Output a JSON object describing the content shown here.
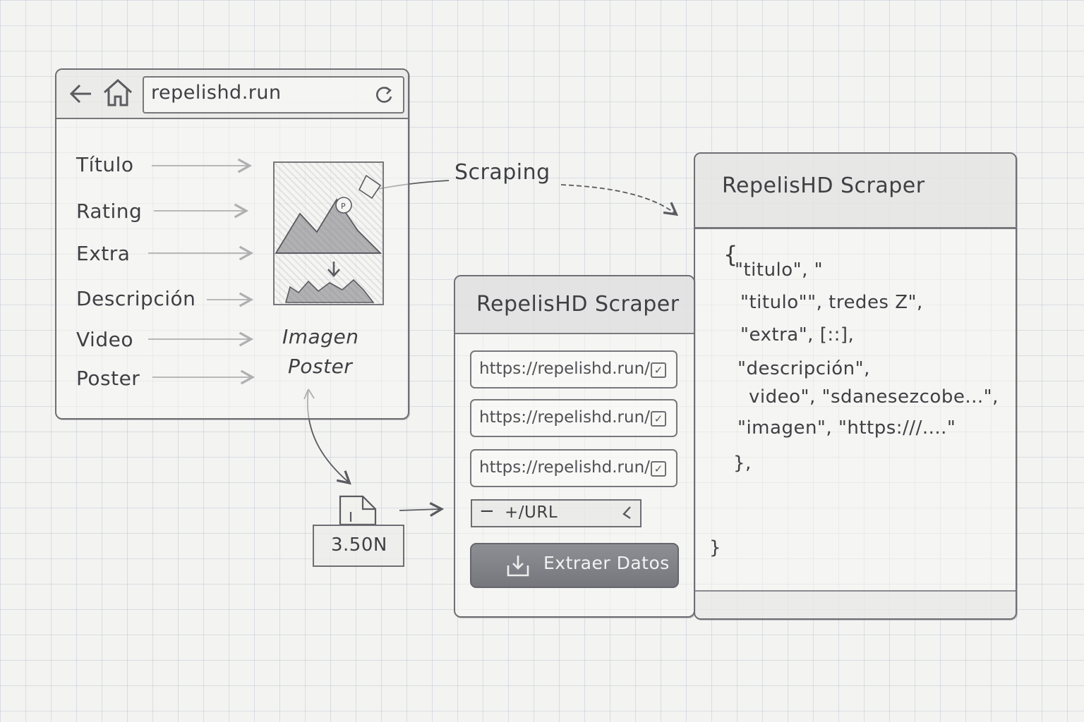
{
  "browser": {
    "url": "repelishd.run",
    "fields": [
      "Título",
      "Rating",
      "Extra",
      "Descripción",
      "Video",
      "Poster"
    ],
    "poster_caption": [
      "Imagen",
      "Poster"
    ]
  },
  "flow": {
    "scraping_label": "Scraping",
    "file_badge": "3.50N"
  },
  "scraper_form": {
    "title": "RepelisHD Scraper",
    "urls": [
      "https://repelishd.run/",
      "https://repelishd.run/",
      "https://repelishd.run/"
    ],
    "add_url": "+/URL",
    "extract_button": "Extraer Datos"
  },
  "scraper_output": {
    "title": "RepelisHD Scraper",
    "lines": [
      "{",
      "\"titulo\", \"",
      "\"titulo\"\", tredes Z\",",
      "\"extra\", [::],",
      "\"descripción\",",
      "video\", \"sdanesezcobe...\",",
      "\"imagen\", \"https:///....\"",
      "},",
      "}"
    ]
  }
}
